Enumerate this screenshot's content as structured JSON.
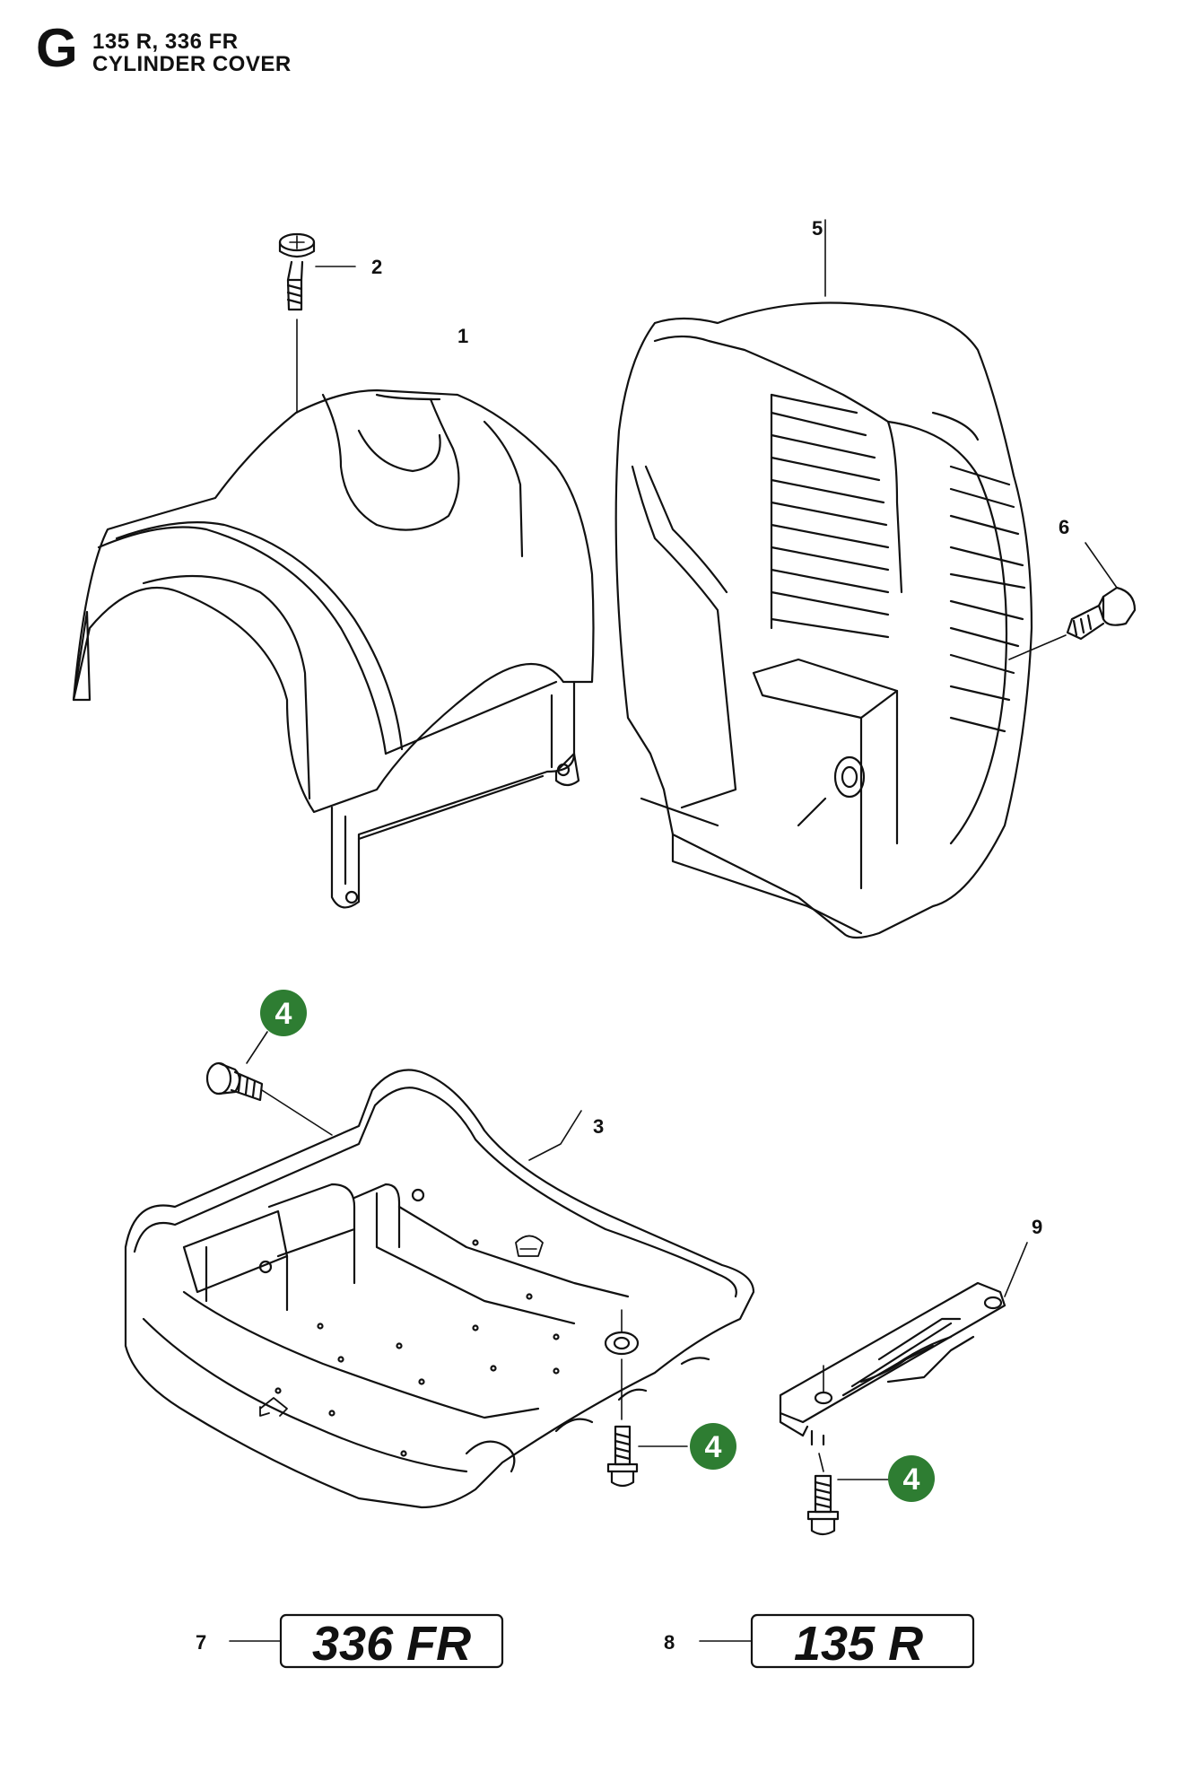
{
  "header": {
    "section_letter": "G",
    "models": "135 R, 336 FR",
    "title": "CYLINDER COVER"
  },
  "callouts": [
    {
      "id": "1",
      "label": "1"
    },
    {
      "id": "2",
      "label": "2"
    },
    {
      "id": "3",
      "label": "3"
    },
    {
      "id": "5",
      "label": "5"
    },
    {
      "id": "6",
      "label": "6"
    },
    {
      "id": "7",
      "label": "7"
    },
    {
      "id": "8",
      "label": "8"
    },
    {
      "id": "9",
      "label": "9"
    }
  ],
  "kit_bubbles": [
    {
      "label": "4",
      "color": "#2e7d32"
    },
    {
      "label": "4",
      "color": "#2e7d32"
    },
    {
      "label": "4",
      "color": "#2e7d32"
    }
  ],
  "decals": [
    {
      "text": "336 FR"
    },
    {
      "text": "135 R"
    }
  ],
  "colors": {
    "bubble": "#2e7d32",
    "line": "#111111"
  }
}
